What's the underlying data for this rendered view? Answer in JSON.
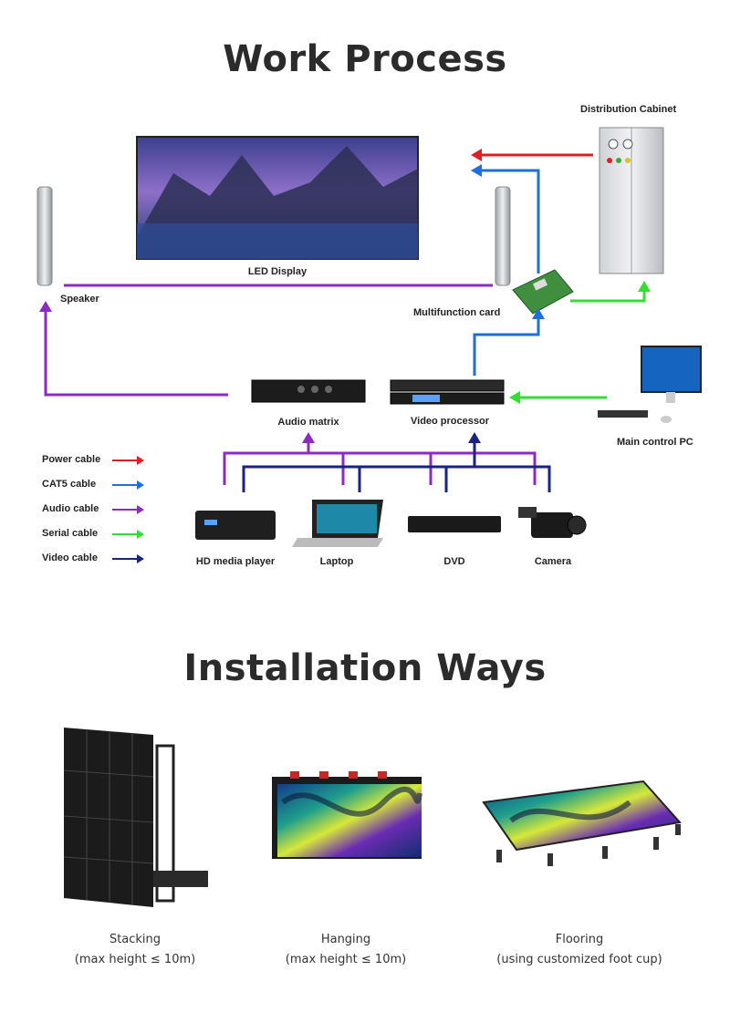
{
  "work_process": {
    "title": "Work Process",
    "labels": {
      "distribution_cabinet": "Distribution Cabinet",
      "led_display": "LED Display",
      "speaker": "Speaker",
      "multifunction_card": "Multifunction card",
      "audio_matrix": "Audio matrix",
      "video_processor": "Video processor",
      "main_control_pc": "Main control PC",
      "hd_media_player": "HD media player",
      "laptop": "Laptop",
      "dvd": "DVD",
      "camera": "Camera"
    },
    "legend": [
      {
        "label": "Power cable",
        "color": "#e02020"
      },
      {
        "label": "CAT5 cable",
        "color": "#1e6fd9"
      },
      {
        "label": "Audio cable",
        "color": "#8a2bc2"
      },
      {
        "label": "Serial cable",
        "color": "#33dd33"
      },
      {
        "label": "Video cable",
        "color": "#1a237e"
      }
    ]
  },
  "installation_ways": {
    "title": "Installation Ways",
    "items": [
      {
        "name": "Stacking",
        "note": "(max height ≤ 10m)"
      },
      {
        "name": "Hanging",
        "note": "(max height ≤ 10m)"
      },
      {
        "name": "Flooring",
        "note": "(using customized foot cup)"
      }
    ]
  }
}
